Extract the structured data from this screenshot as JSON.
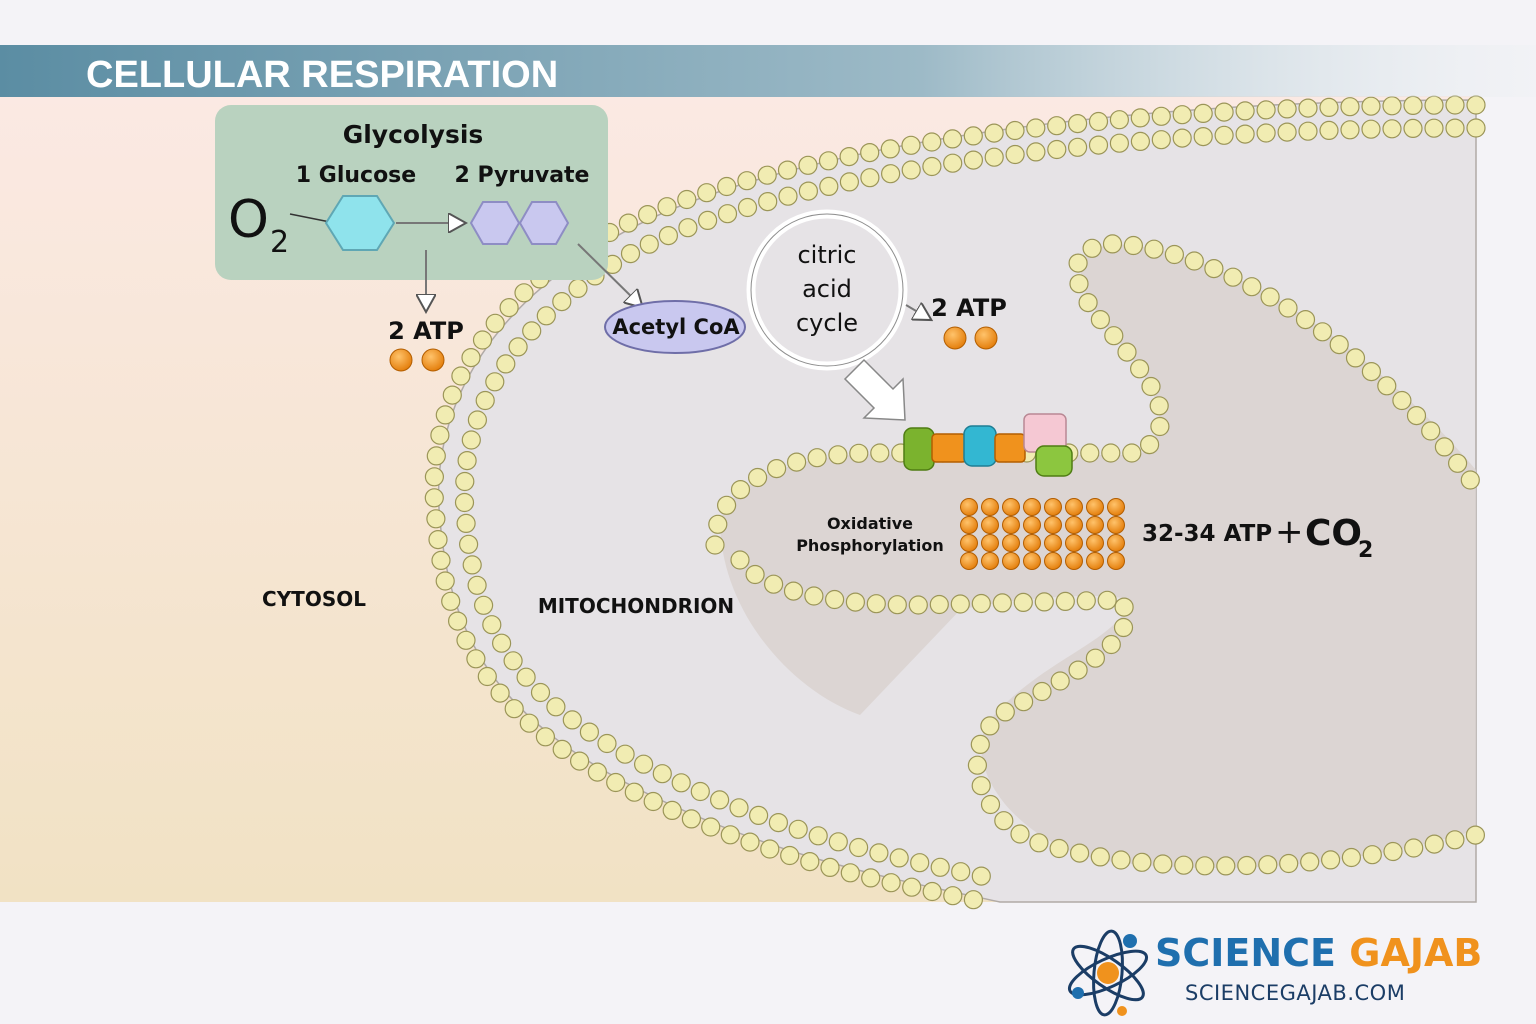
{
  "title": "CELLULAR RESPIRATION",
  "glycolysis": {
    "heading": "Glycolysis",
    "glucose_label": "1 Glucose",
    "pyruvate_label": "2 Pyruvate",
    "oxygen_base": "O",
    "oxygen_sub": "2"
  },
  "atp_glycolysis": "2 ATP",
  "acetyl_coa": "Acetyl CoA",
  "citric_cycle": {
    "line1": "citric",
    "line2": "acid",
    "line3": "cycle"
  },
  "atp_cycle": "2 ATP",
  "oxphos": {
    "line1": "Oxidative",
    "line2": "Phosphorylation"
  },
  "atp_oxphos": "32-34 ATP",
  "plus": "+",
  "co2_base": "CO",
  "co2_sub": "2",
  "cytosol_label": "CYTOSOL",
  "mito_label": "MITOCHONDRION",
  "brand": {
    "word1": "SCIENCE",
    "word2": "GAJAB",
    "url": "SCIENCEGAJAB.COM"
  },
  "colors": {
    "title_band": "#5e8fa6",
    "glyco_box": "#b9d2bf",
    "glucose_hex": "#8fe3ec",
    "pyruvate_hex": "#c9c8ef",
    "atp": "#f0921d",
    "membrane_bead": "#f1ecb2",
    "mito_fill": "#e6e3e6",
    "brand_blue": "#1f6fae",
    "brand_orange": "#f0921d"
  }
}
